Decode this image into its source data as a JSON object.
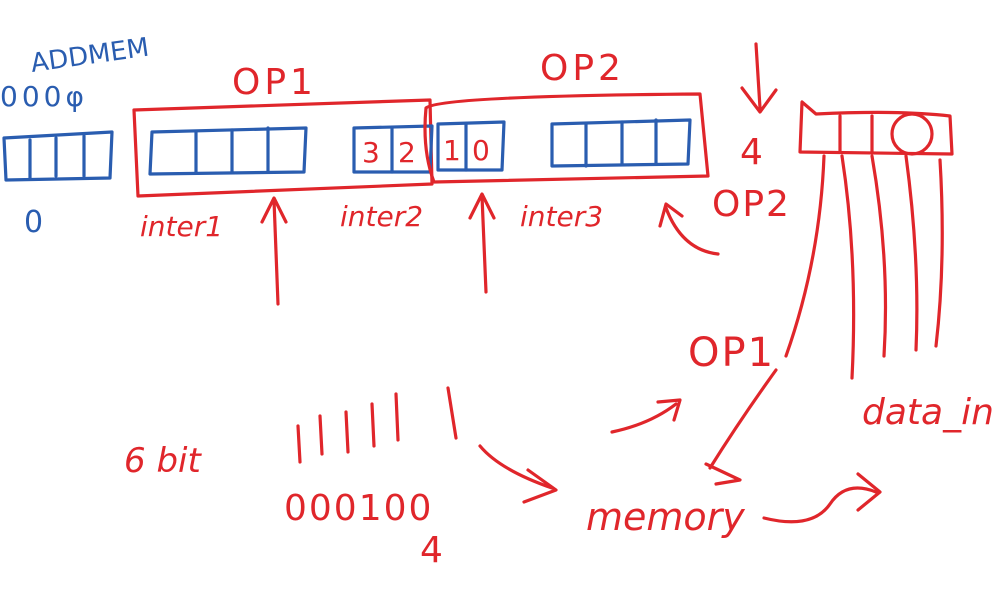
{
  "colors": {
    "red_ink": "#e0262b",
    "blue_ink": "#2a5db0",
    "background": "#ffffff"
  },
  "labels": {
    "addmem": "ADDMEM",
    "addmem_bits": "000φ",
    "addmem_zero": "0",
    "op1_title": "OP1",
    "op2_title": "OP2",
    "inter1": "inter1",
    "inter2": "inter2",
    "inter3": "inter3",
    "four_top": "4",
    "op2_right": "OP2",
    "op1_lower": "OP1",
    "data_in": "data_in",
    "six_bit": "6 bit",
    "binary": "000100",
    "four_bottom": "4",
    "memory": "memory",
    "cell_3": "3",
    "cell_2": "2",
    "cell_1": "1",
    "cell_0": "0"
  }
}
